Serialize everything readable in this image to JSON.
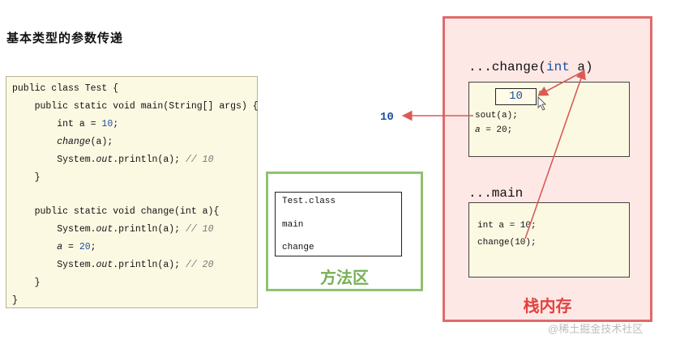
{
  "title": "基本类型的参数传递",
  "code": {
    "lines": [
      {
        "parts": [
          {
            "t": "public class Test {",
            "c": "kw"
          }
        ]
      },
      {
        "parts": [
          {
            "t": "    public static void main(String[] args) {",
            "c": "kw"
          }
        ]
      },
      {
        "parts": [
          {
            "t": "        int a = ",
            "c": "kw"
          },
          {
            "t": "10",
            "c": "num"
          },
          {
            "t": ";",
            "c": "kw"
          }
        ]
      },
      {
        "parts": [
          {
            "t": "        ",
            "c": "kw"
          },
          {
            "t": "change",
            "c": "it"
          },
          {
            "t": "(a);",
            "c": "kw"
          }
        ]
      },
      {
        "parts": [
          {
            "t": "        System.",
            "c": "kw"
          },
          {
            "t": "out",
            "c": "it"
          },
          {
            "t": ".println(a); ",
            "c": "kw"
          },
          {
            "t": "// 10",
            "c": "cm"
          }
        ]
      },
      {
        "parts": [
          {
            "t": "    }",
            "c": "kw"
          }
        ]
      },
      {
        "parts": [
          {
            "t": "",
            "c": "kw"
          }
        ]
      },
      {
        "parts": [
          {
            "t": "    public static void change(int a){",
            "c": "kw"
          }
        ]
      },
      {
        "parts": [
          {
            "t": "        System.",
            "c": "kw"
          },
          {
            "t": "out",
            "c": "it"
          },
          {
            "t": ".println(a); ",
            "c": "kw"
          },
          {
            "t": "// 10",
            "c": "cm"
          }
        ]
      },
      {
        "parts": [
          {
            "t": "        ",
            "c": "kw"
          },
          {
            "t": "a",
            "c": "it"
          },
          {
            "t": " = ",
            "c": "kw"
          },
          {
            "t": "20",
            "c": "num"
          },
          {
            "t": ";",
            "c": "kw"
          }
        ]
      },
      {
        "parts": [
          {
            "t": "        System.",
            "c": "kw"
          },
          {
            "t": "out",
            "c": "it"
          },
          {
            "t": ".println(a); ",
            "c": "kw"
          },
          {
            "t": "// 20",
            "c": "cm"
          }
        ]
      },
      {
        "parts": [
          {
            "t": "    }",
            "c": "kw"
          }
        ]
      },
      {
        "parts": [
          {
            "t": "}",
            "c": "kw"
          }
        ]
      }
    ]
  },
  "method_area": {
    "items": [
      "Test.class",
      "main",
      "change"
    ],
    "label": "方法区"
  },
  "stack": {
    "label": "栈内存",
    "change_frame": {
      "title_prefix": "...change(",
      "title_kw": "int",
      "title_suffix": " a)",
      "value": "10",
      "var_name": "a",
      "line1": "sout(a);",
      "line2_var": "a",
      "line2_rest": " = 20;"
    },
    "main_frame": {
      "title": "...main",
      "line1": "int a = 10;",
      "line2": "change(10);"
    }
  },
  "output": "10",
  "watermark": "@稀土掘金技术社区",
  "colors": {
    "arrow": "#d95b57",
    "method_border": "#8fc26f",
    "stack_border": "#e06a6a",
    "stack_bg": "#fde8e6",
    "code_bg": "#fcf9e3"
  }
}
